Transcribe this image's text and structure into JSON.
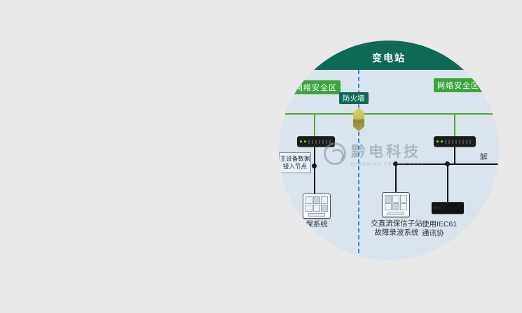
{
  "theme": {
    "page_bg": "#e9e9e9",
    "circle_bg": "#d9e4ef",
    "teal": "#0e6a55",
    "zone_green": "#3aa63c",
    "line_green": "#55ab28",
    "dash_blue": "#4285d3",
    "line_black": "#161616",
    "watermark": "rgba(132,146,156,0.55)"
  },
  "header": {
    "title": "变电站"
  },
  "zones": {
    "left_label": "网络安全区",
    "right_label": "网络安全区"
  },
  "firewall": {
    "label": "防火墙"
  },
  "node_box": {
    "line1": "主设备数据",
    "line2": "接入节点"
  },
  "captions": {
    "left": "保系统",
    "middle_line1": "交直流保信子站",
    "middle_line2": "故障录波系统",
    "right_line1": "使用IEC61",
    "right_line2": "通讯协"
  },
  "edge_label": "解",
  "watermark": {
    "cn": "黔电科技",
    "en": "QIANDIAN TECHNOLOGY"
  }
}
